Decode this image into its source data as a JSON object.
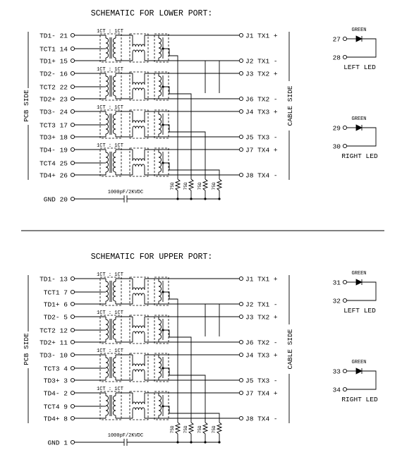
{
  "ports": [
    {
      "title": "SCHEMATIC FOR LOWER PORT:",
      "pcb_side": "PCB SIDE",
      "cable_side": "CABLE SIDE",
      "ct_label": "1CT : 1CT",
      "pins": [
        [
          "TD1- 21",
          "TCT1 14",
          "TD1+ 15"
        ],
        [
          "TD2- 16",
          "TCT2 22",
          "TD2+ 23"
        ],
        [
          "TD3- 24",
          "TCT3 17",
          "TD3+ 18"
        ],
        [
          "TD4- 19",
          "TCT4 25",
          "TD4+ 26"
        ]
      ],
      "jacks": [
        [
          "J1 TX1 +",
          "J2 TX1 -"
        ],
        [
          "J3 TX2 +",
          "J6 TX2 -"
        ],
        [
          "J4 TX3 +",
          "J5 TX3 -"
        ],
        [
          "J7 TX4 +",
          "J8 TX4 -"
        ]
      ],
      "resistor": "75Ω",
      "gnd": "GND 20",
      "cap": "1000pF/2KVDC",
      "leds": [
        {
          "name": "LEFT LED",
          "color": "GREEN",
          "pin_a": "27",
          "pin_b": "28"
        },
        {
          "name": "RIGHT LED",
          "color": "GREEN",
          "pin_a": "29",
          "pin_b": "30"
        }
      ]
    },
    {
      "title": "SCHEMATIC FOR UPPER PORT:",
      "pcb_side": "PCB SIDE",
      "cable_side": "CABLE SIDE",
      "ct_label": "1CT : 1CT",
      "pins": [
        [
          "TD1- 13",
          "TCT1 7",
          "TD1+ 6"
        ],
        [
          "TD2- 5",
          "TCT2 12",
          "TD2+ 11"
        ],
        [
          "TD3- 10",
          "TCT3 4",
          "TD3+ 3"
        ],
        [
          "TD4- 2",
          "TCT4 9",
          "TD4+ 8"
        ]
      ],
      "jacks": [
        [
          "J1 TX1 +",
          "J2 TX1 -"
        ],
        [
          "J3 TX2 +",
          "J6 TX2 -"
        ],
        [
          "J4 TX3 +",
          "J5 TX3 -"
        ],
        [
          "J7 TX4 +",
          "J8 TX4 -"
        ]
      ],
      "resistor": "75Ω",
      "gnd": "GND 1",
      "cap": "1000pF/2KVDC",
      "leds": [
        {
          "name": "LEFT LED",
          "color": "GREEN",
          "pin_a": "31",
          "pin_b": "32"
        },
        {
          "name": "RIGHT LED",
          "color": "GREEN",
          "pin_a": "33",
          "pin_b": "34"
        }
      ]
    }
  ]
}
